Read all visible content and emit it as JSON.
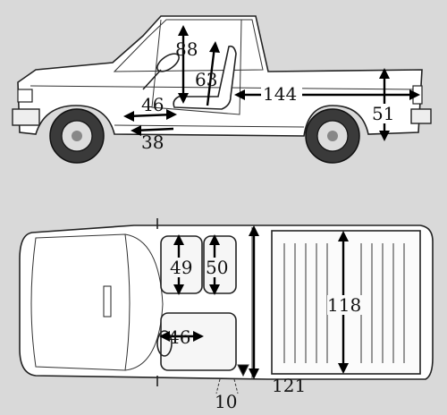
{
  "diagram": {
    "colors": {
      "background": "#d9d9d9",
      "body": "#ffffff",
      "ink": "#222222",
      "arrows": "#000000"
    },
    "side_view": {
      "dimensions": {
        "headroom_front": "88",
        "seatback_angle": "63",
        "cargo_length": "144",
        "bed_depth": "51",
        "legroom": "46",
        "seat_height": "38"
      }
    },
    "top_view": {
      "dimensions": {
        "seat_width_left": "49",
        "seat_width_right": "50",
        "seat_width_lower": "46",
        "bed_width": "118",
        "wheelbase_gap": "10",
        "bed_overall": "121"
      }
    }
  }
}
